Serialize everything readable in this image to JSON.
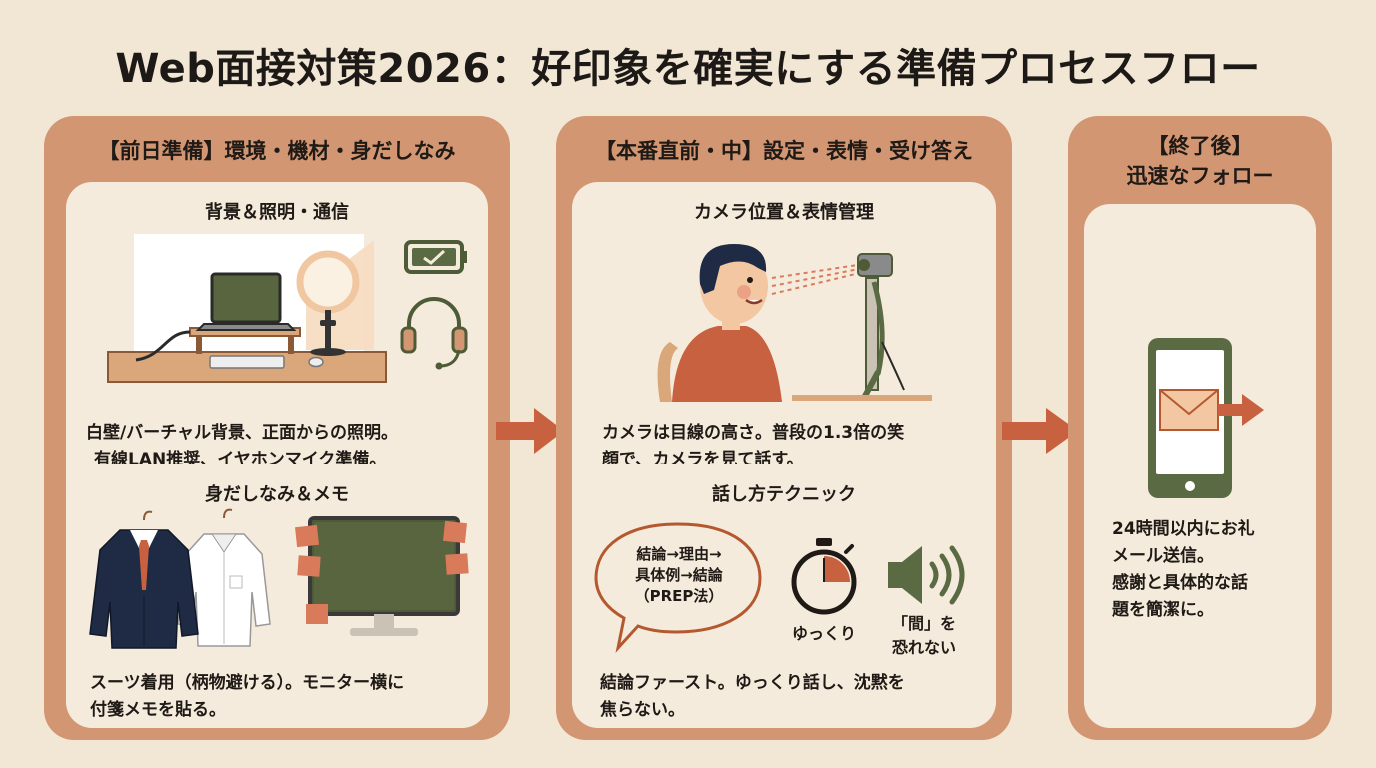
{
  "title": "Web面接対策2026：好印象を確実にする準備プロセスフロー",
  "columns": [
    {
      "header": "【前日準備】環境・機材・身だしなみ",
      "cards": [
        {
          "title": "背景＆照明・通信",
          "text_lines": [
            "白壁/バーチャル背景、正面からの照明。",
            "有線LAN推奨、イヤホンマイク準備。"
          ]
        },
        {
          "title": "身だしなみ＆メモ",
          "text_lines": [
            "スーツ着用（柄物避ける）。モニター横に",
            "付箋メモを貼る。"
          ]
        }
      ]
    },
    {
      "header": "【本番直前・中】設定・表情・受け答え",
      "cards": [
        {
          "title": "カメラ位置＆表情管理",
          "text_lines": [
            "カメラは目線の高さ。普段の1.3倍の笑",
            "顔で、カメラを見て話す。"
          ]
        },
        {
          "title": "話し方テクニック",
          "bubble_lines": [
            "結論→理由→",
            "具体例→結論",
            "（PREP法）"
          ],
          "timer_label": "ゆっくり",
          "speaker_label_lines": [
            "「間」を",
            "恐れない"
          ],
          "text_lines": [
            "結論ファースト。ゆっくり話し、沈黙を",
            "焦らない。"
          ]
        }
      ]
    },
    {
      "header_lines": [
        "【終了後】",
        "迅速なフォロー"
      ],
      "text_lines": [
        "24時間以内にお礼",
        "メール送信。",
        "感謝と具体的な話",
        "題を簡潔に。"
      ]
    }
  ],
  "colors": {
    "background": "#f2e6d4",
    "column": "#d39673",
    "card": "#f5ebdc",
    "arrow": "#c8613f",
    "accent_green": "#5a6a43",
    "navy": "#1f2b45"
  }
}
